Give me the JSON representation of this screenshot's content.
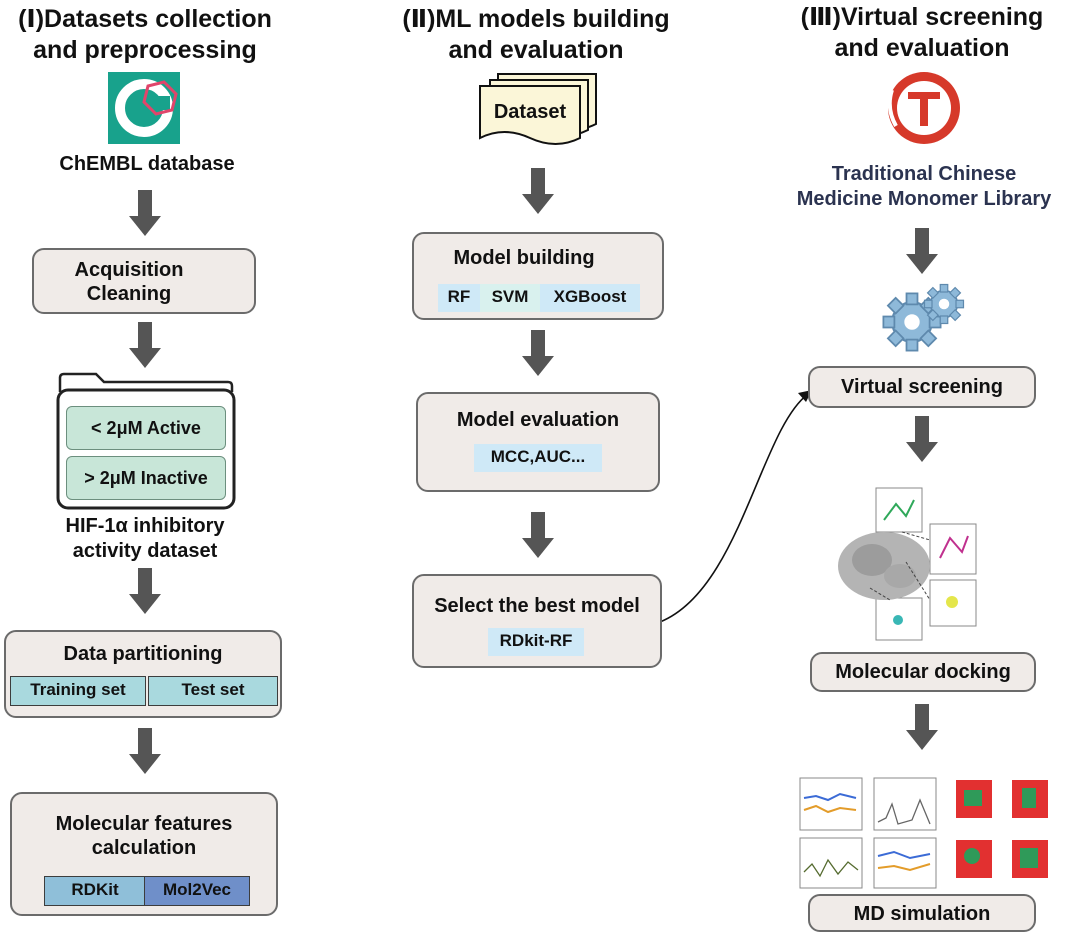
{
  "columns": [
    {
      "title": "(Ⅰ)Datasets collection\nand preprocessing",
      "source_label": "ChEMBL database",
      "acquisition_box": {
        "label": "Acquisition\nCleaning"
      },
      "folder": {
        "active": "< 2μM Active",
        "inactive": "> 2μM Inactive"
      },
      "dataset_caption": "HIF-1α inhibitory\nactivity dataset",
      "partition_box": {
        "label": "Data partitioning",
        "training": "Training set",
        "test": "Test set"
      },
      "features_box": {
        "label": "Molecular features\ncalculation",
        "rdkit": "RDKit",
        "mol2vec": "Mol2Vec"
      }
    },
    {
      "title": "(Ⅱ)ML models building\nand evaluation",
      "dataset_doc": "Dataset",
      "building_box": {
        "label": "Model building",
        "rf": "RF",
        "svm": "SVM",
        "xgboost": "XGBoost"
      },
      "evaluation_box": {
        "label": "Model evaluation",
        "metrics": "MCC,AUC..."
      },
      "best_box": {
        "label": "Select the best model",
        "model": "RDkit-RF"
      }
    },
    {
      "title": "(Ⅲ)Virtual screening\nand evaluation",
      "library_label": "Traditional Chinese\nMedicine Monomer Library",
      "screening_box": {
        "label": "Virtual screening"
      },
      "docking_box": {
        "label": "Molecular docking"
      },
      "md_box": {
        "label": "MD simulation"
      }
    }
  ],
  "colors": {
    "box_fill": "#f0ebe8",
    "arrow": "#555555",
    "chembl_teal": "#18a28c",
    "tcm_red": "#d6392a",
    "folder_green": "#c8e6d8",
    "partition_cyan": "#a9d9de",
    "rdkit_blue": "#8fbfd9",
    "mol2vec_blue": "#6f8fc9",
    "chip_light_blue": "#cfe9f7",
    "gear_blue": "#8eb9d9"
  }
}
